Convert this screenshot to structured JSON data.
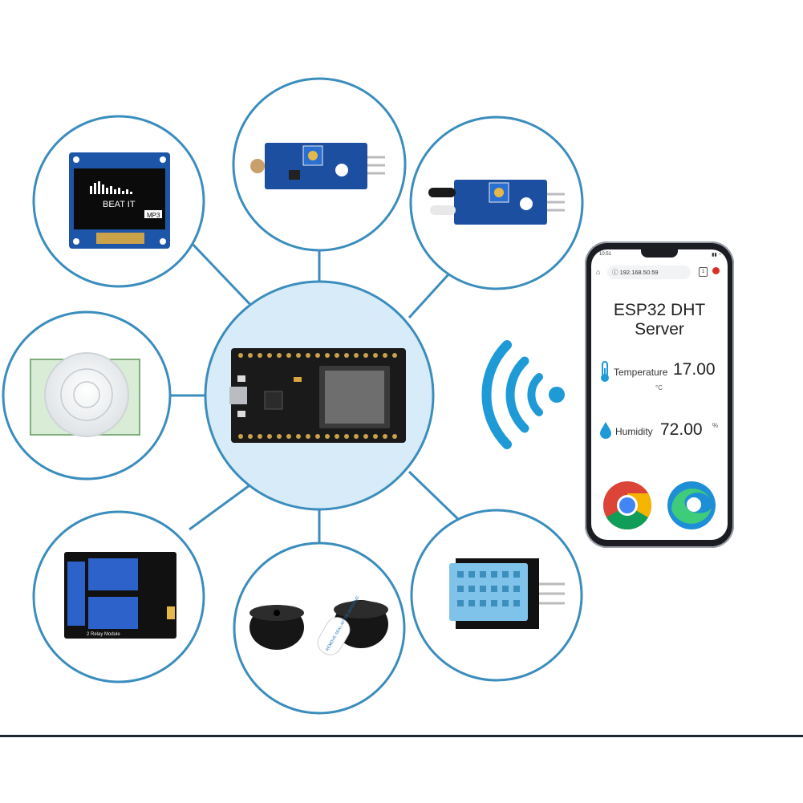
{
  "colors": {
    "ring": "#3b8dbd",
    "hub_fill": "#d7ecf8",
    "wifi": "#1e9ad6",
    "module_blue": "#1c4fa0"
  },
  "oled": {
    "text1": "BEAT IT",
    "text2": "MP3"
  },
  "relay": {
    "caption": "2 Relay Module"
  },
  "buzzer": {
    "label": "REMOVE SEAL AFTER WASHING"
  },
  "phone": {
    "time": "10:51",
    "url": "192.168.50.59",
    "tab_count": "1",
    "title_line1": "ESP32 DHT",
    "title_line2": "Server",
    "temperature_label": "Temperature",
    "temperature_value": "17.00",
    "temperature_unit": "°C",
    "humidity_label": "Humidity",
    "humidity_value": "72.00",
    "humidity_unit": "%",
    "icons": [
      "thermometer-icon",
      "water-drop-icon",
      "chrome-icon",
      "edge-icon"
    ]
  }
}
